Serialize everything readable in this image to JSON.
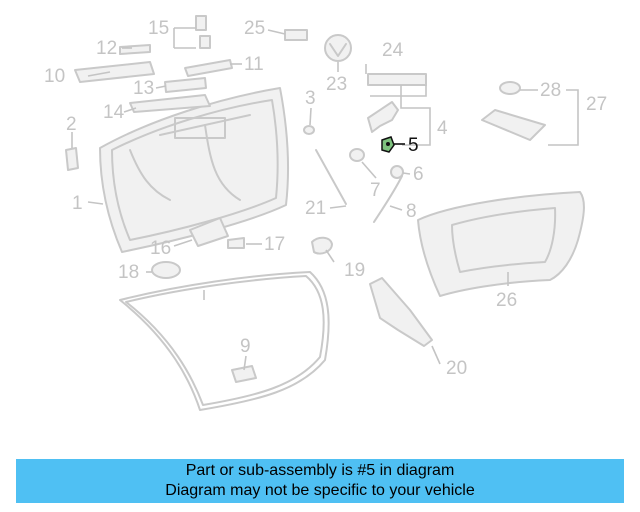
{
  "diagram": {
    "highlighted_part": "5",
    "highlight_color": "#2e8b3a",
    "callouts": [
      {
        "id": "1",
        "label": "1"
      },
      {
        "id": "2",
        "label": "2"
      },
      {
        "id": "3",
        "label": "3"
      },
      {
        "id": "4",
        "label": "4"
      },
      {
        "id": "5",
        "label": "5"
      },
      {
        "id": "6",
        "label": "6"
      },
      {
        "id": "7",
        "label": "7"
      },
      {
        "id": "8",
        "label": "8"
      },
      {
        "id": "9",
        "label": "9"
      },
      {
        "id": "10",
        "label": "10"
      },
      {
        "id": "11",
        "label": "11"
      },
      {
        "id": "12",
        "label": "12"
      },
      {
        "id": "13",
        "label": "13"
      },
      {
        "id": "14",
        "label": "14"
      },
      {
        "id": "15",
        "label": "15"
      },
      {
        "id": "16",
        "label": "16"
      },
      {
        "id": "17",
        "label": "17"
      },
      {
        "id": "18",
        "label": "18"
      },
      {
        "id": "19",
        "label": "19"
      },
      {
        "id": "20",
        "label": "20"
      },
      {
        "id": "21",
        "label": "21"
      },
      {
        "id": "23",
        "label": "23"
      },
      {
        "id": "24",
        "label": "24"
      },
      {
        "id": "25",
        "label": "25"
      },
      {
        "id": "26",
        "label": "26"
      },
      {
        "id": "27",
        "label": "27"
      },
      {
        "id": "28",
        "label": "28"
      }
    ]
  },
  "banner": {
    "line1": "Part or sub-assembly is #5 in diagram",
    "line2": "Diagram may not be specific to your vehicle",
    "background": "#4fc0f3"
  }
}
